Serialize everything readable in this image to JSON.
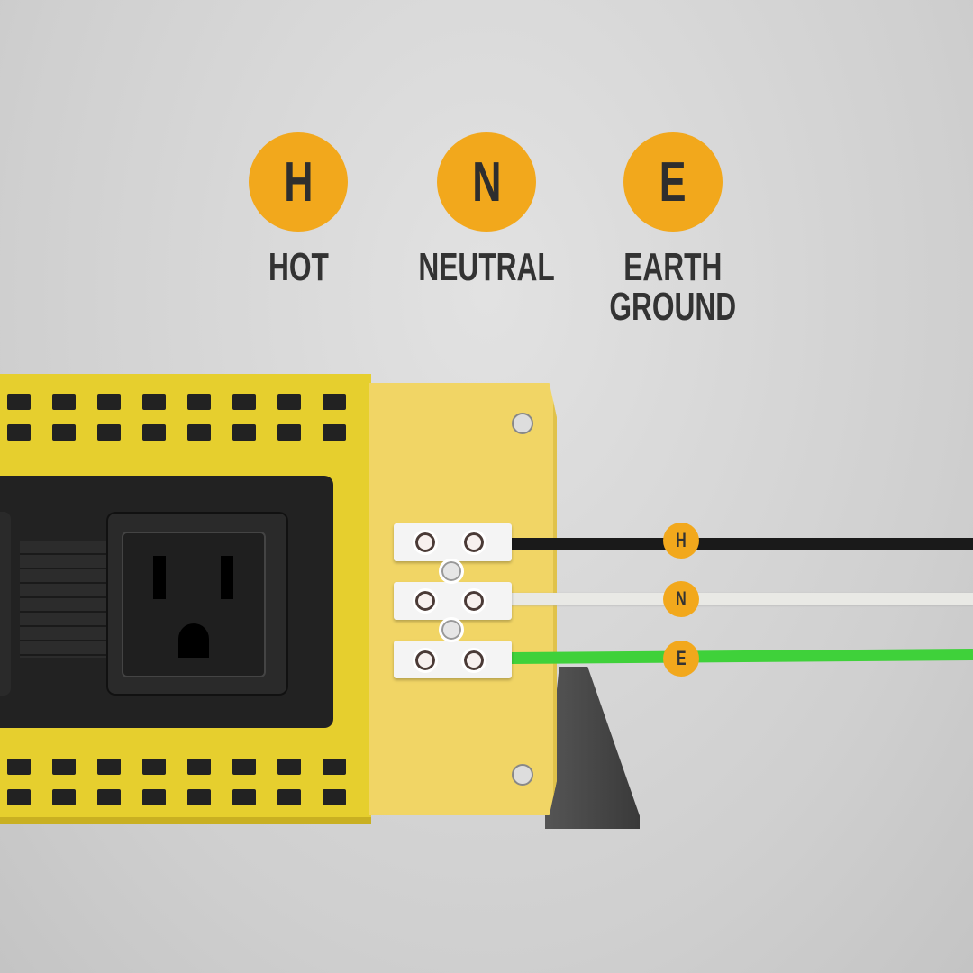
{
  "legend": [
    {
      "letter": "H",
      "label": [
        "HOT"
      ]
    },
    {
      "letter": "N",
      "label": [
        "NEUTRAL"
      ]
    },
    {
      "letter": "E",
      "label": [
        "EARTH",
        "GROUND"
      ]
    }
  ],
  "wires": [
    {
      "letter": "H",
      "color": "#1a1a1a"
    },
    {
      "letter": "N",
      "color": "#e8e8e4"
    },
    {
      "letter": "E",
      "color": "#3fd13a"
    }
  ],
  "colors": {
    "badge": "#f2a81c",
    "body": "#e6cf2e",
    "endcap": "#f1d565"
  }
}
